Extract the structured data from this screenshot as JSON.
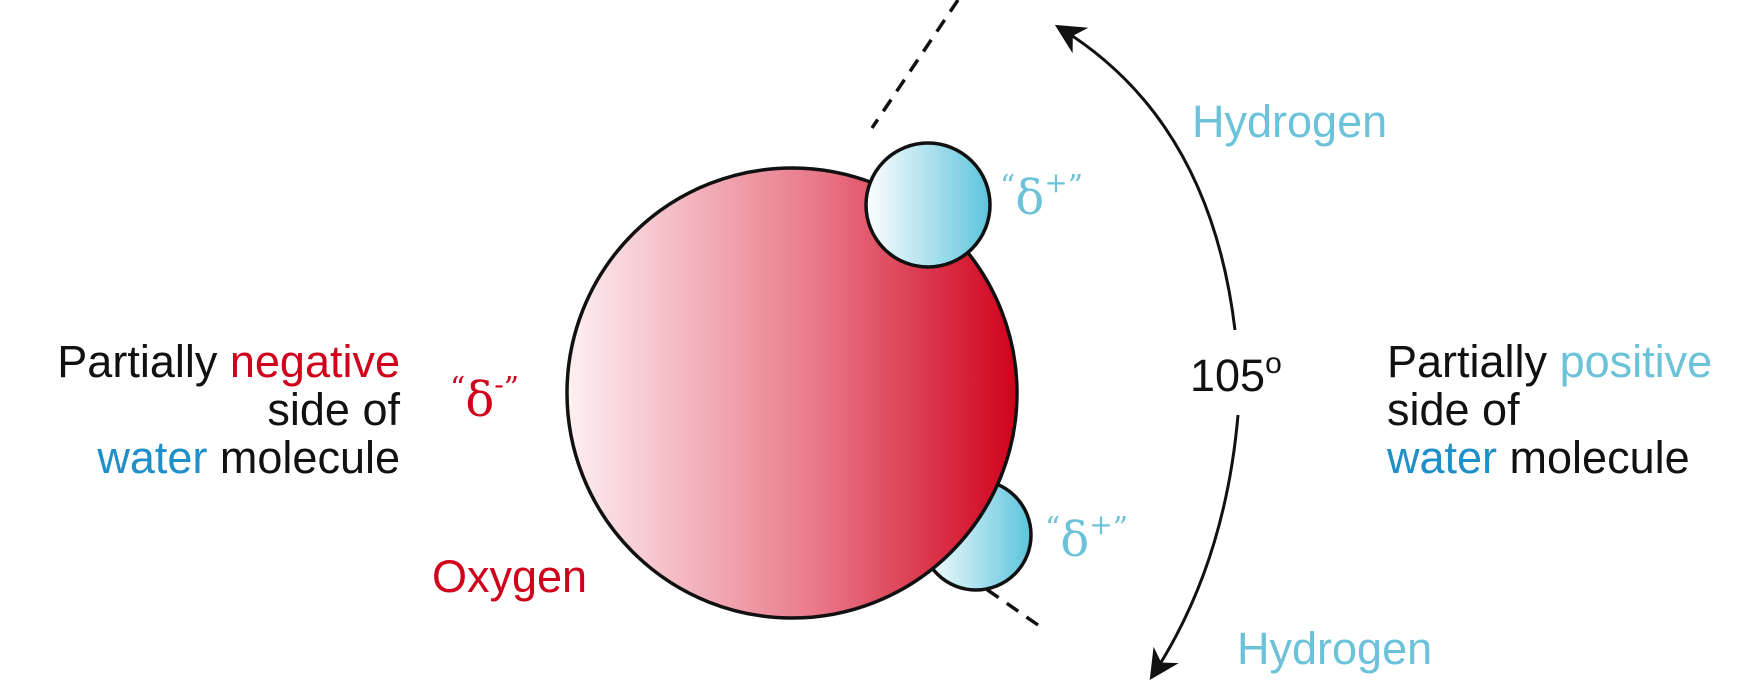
{
  "left_label": {
    "line1_prefix": "Partially ",
    "line1_colored": "negative",
    "line2": "side of",
    "line3_colored": "water",
    "line3_suffix": " molecule"
  },
  "right_label": {
    "line1_prefix": "Partially ",
    "line1_colored": "positive",
    "line2": "side of",
    "line3_colored": "water",
    "line3_suffix": " molecule"
  },
  "oxygen_label": "Oxygen",
  "hydrogen_top_label": "Hydrogen",
  "hydrogen_bottom_label": "Hydrogen",
  "oxygen_charge": {
    "open_quote": "“",
    "symbol": "δ",
    "sign": "-",
    "close_quote": "”"
  },
  "hydrogen_top_charge": {
    "open_quote": "“",
    "symbol": "δ",
    "sign": "+",
    "close_quote": "”"
  },
  "hydrogen_bottom_charge": {
    "open_quote": "“",
    "symbol": "δ",
    "sign": "+",
    "close_quote": "”"
  },
  "bond_angle": {
    "value": "105",
    "unit": "o"
  },
  "colors": {
    "oxygen_fill_dark": "#d0021b",
    "oxygen_fill_light": "#fdf0f2",
    "hydrogen_fill_dark": "#5cc4dc",
    "hydrogen_fill_light": "#ffffff",
    "text_red": "#d0021b",
    "text_light_blue": "#6cc3d9",
    "text_blue": "#1e8fc8",
    "outline": "#111111"
  }
}
